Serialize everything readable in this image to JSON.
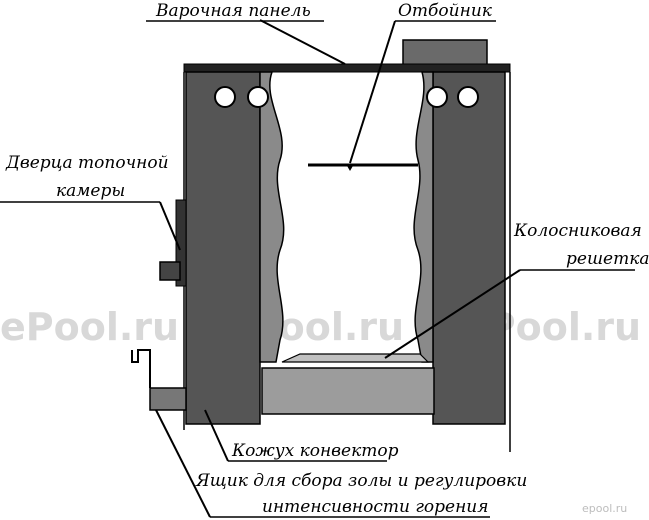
{
  "labels": {
    "cooktop": "Варочная панель",
    "baffle": "Отбойник",
    "firebox_door_line1": "Дверца топочной",
    "firebox_door_line2": "камеры",
    "grate_line1": "Колосниковая",
    "grate_line2": "решетка",
    "convector_casing": "Кожух конвектор",
    "ash_box_line1": "Ящик для сбора золы и регулировки",
    "ash_box_line2": "интенсивности горения"
  },
  "watermark": {
    "main_text": "ePool.ru",
    "small_text": "epool.ru"
  },
  "colors": {
    "wall": "#555555",
    "wall_inner": "#888888",
    "grate": "#bdbdbd",
    "line": "#000000",
    "watermark": "#d8d8d8"
  }
}
